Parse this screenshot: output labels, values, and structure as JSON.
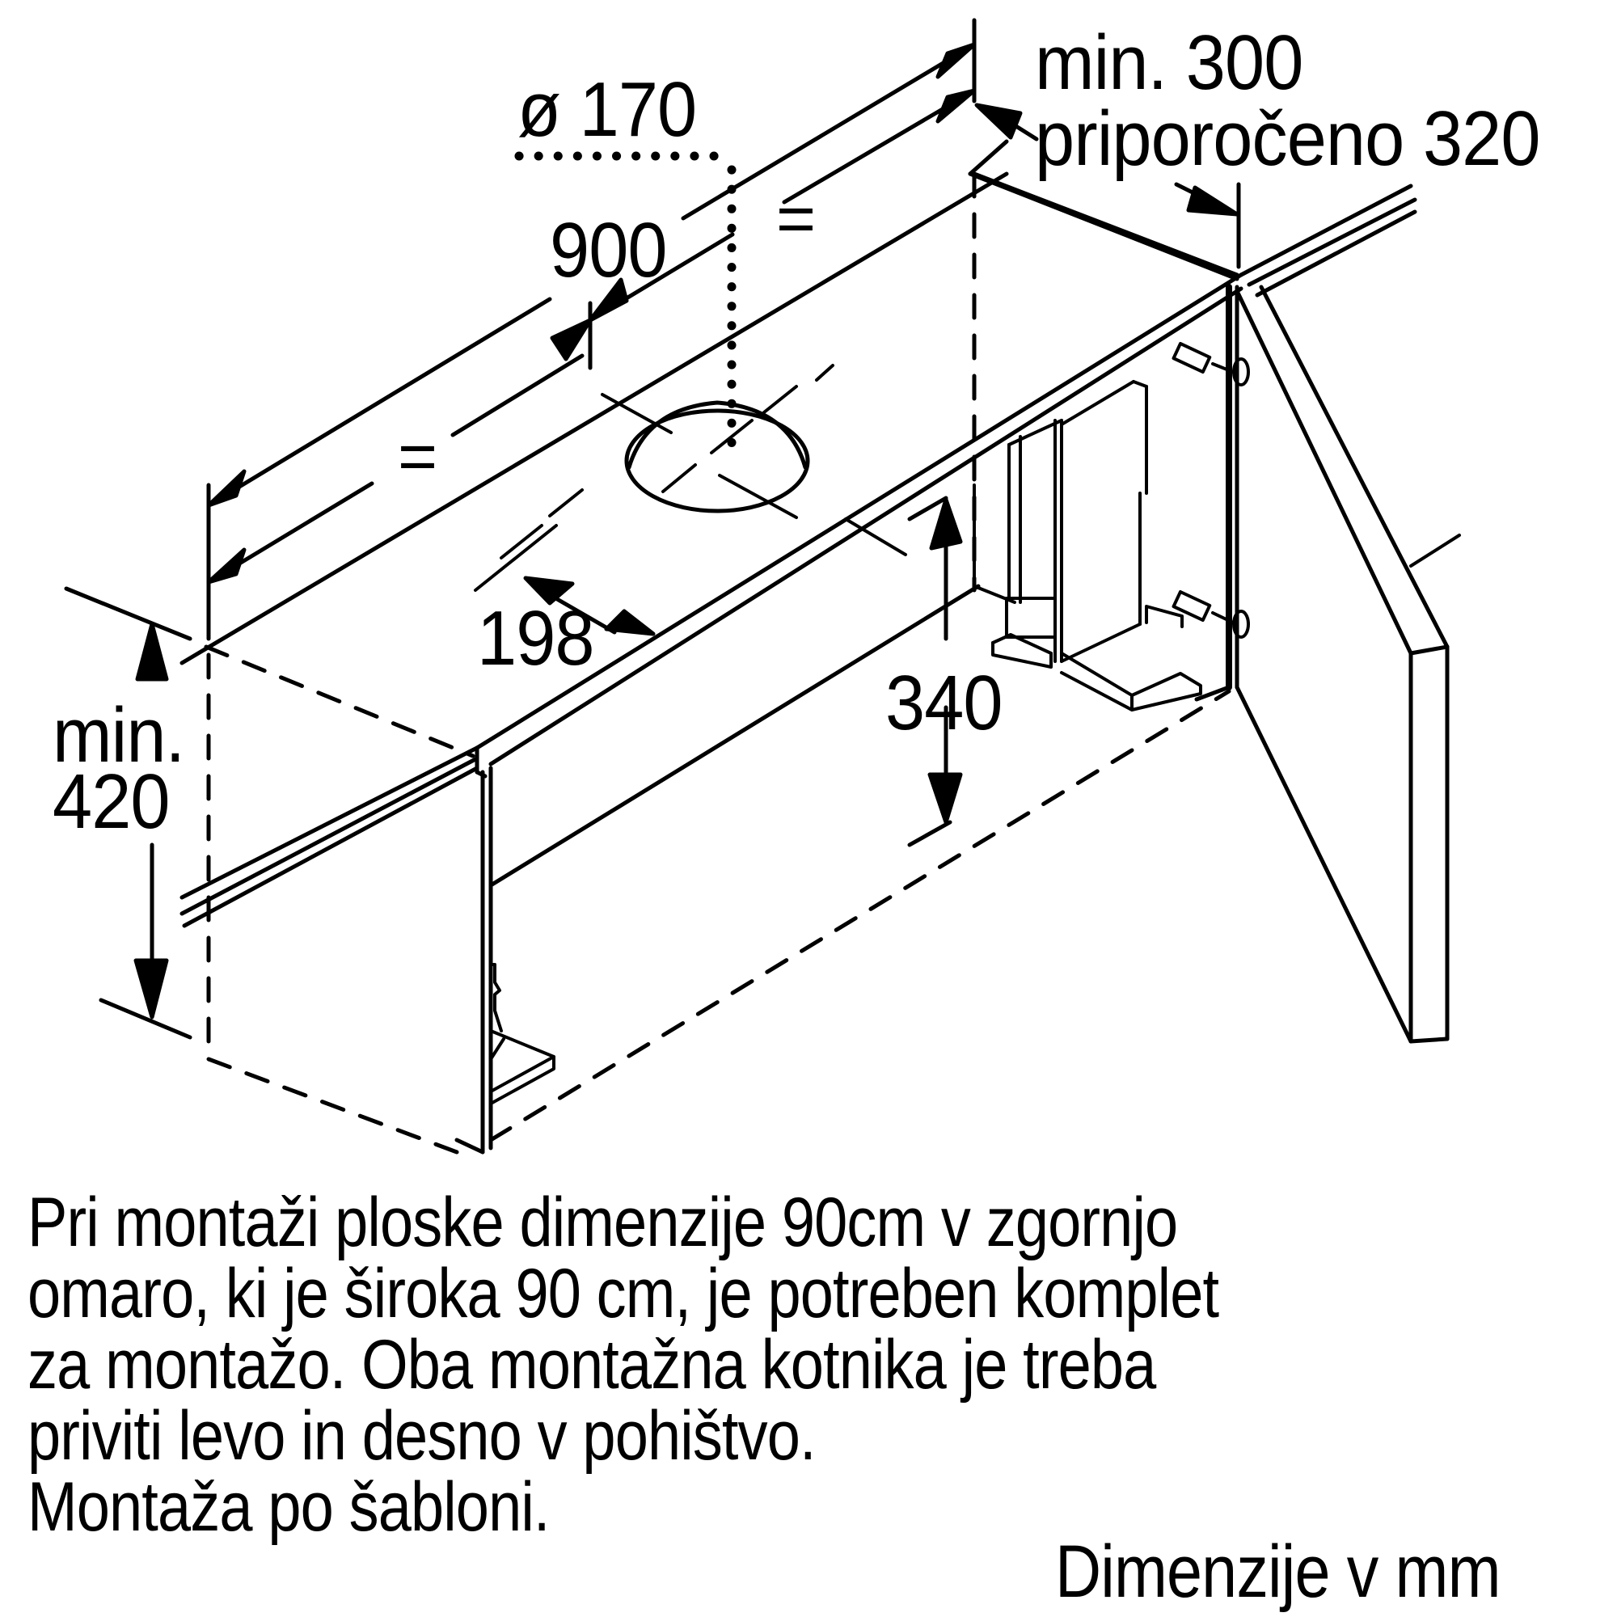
{
  "diagram": {
    "title": "Installation dimension drawing — flat hood in 90 cm wall cabinet",
    "stroke_color": "#000000",
    "background_color": "#ffffff",
    "dimensions": {
      "duct_diameter": "ø 170",
      "width": "900",
      "equal_left": "=",
      "equal_right": "=",
      "duct_offset": "198",
      "depth_min": "min. 300",
      "depth_recommended": "priporočeno 320",
      "hood_height": "340",
      "clearance_min_label": "min.",
      "clearance_min_value": "420"
    },
    "caption_lines": [
      "Pri montaži ploske dimenzije 90cm v zgornjo",
      "omaro, ki je široka 90 cm, je potreben komplet",
      "za montažo. Oba montažna kotnika je treba",
      "priviti levo in desno v pohištvo.",
      "Montaža po šabloni."
    ],
    "units_note": "Dimenzije v mm"
  }
}
